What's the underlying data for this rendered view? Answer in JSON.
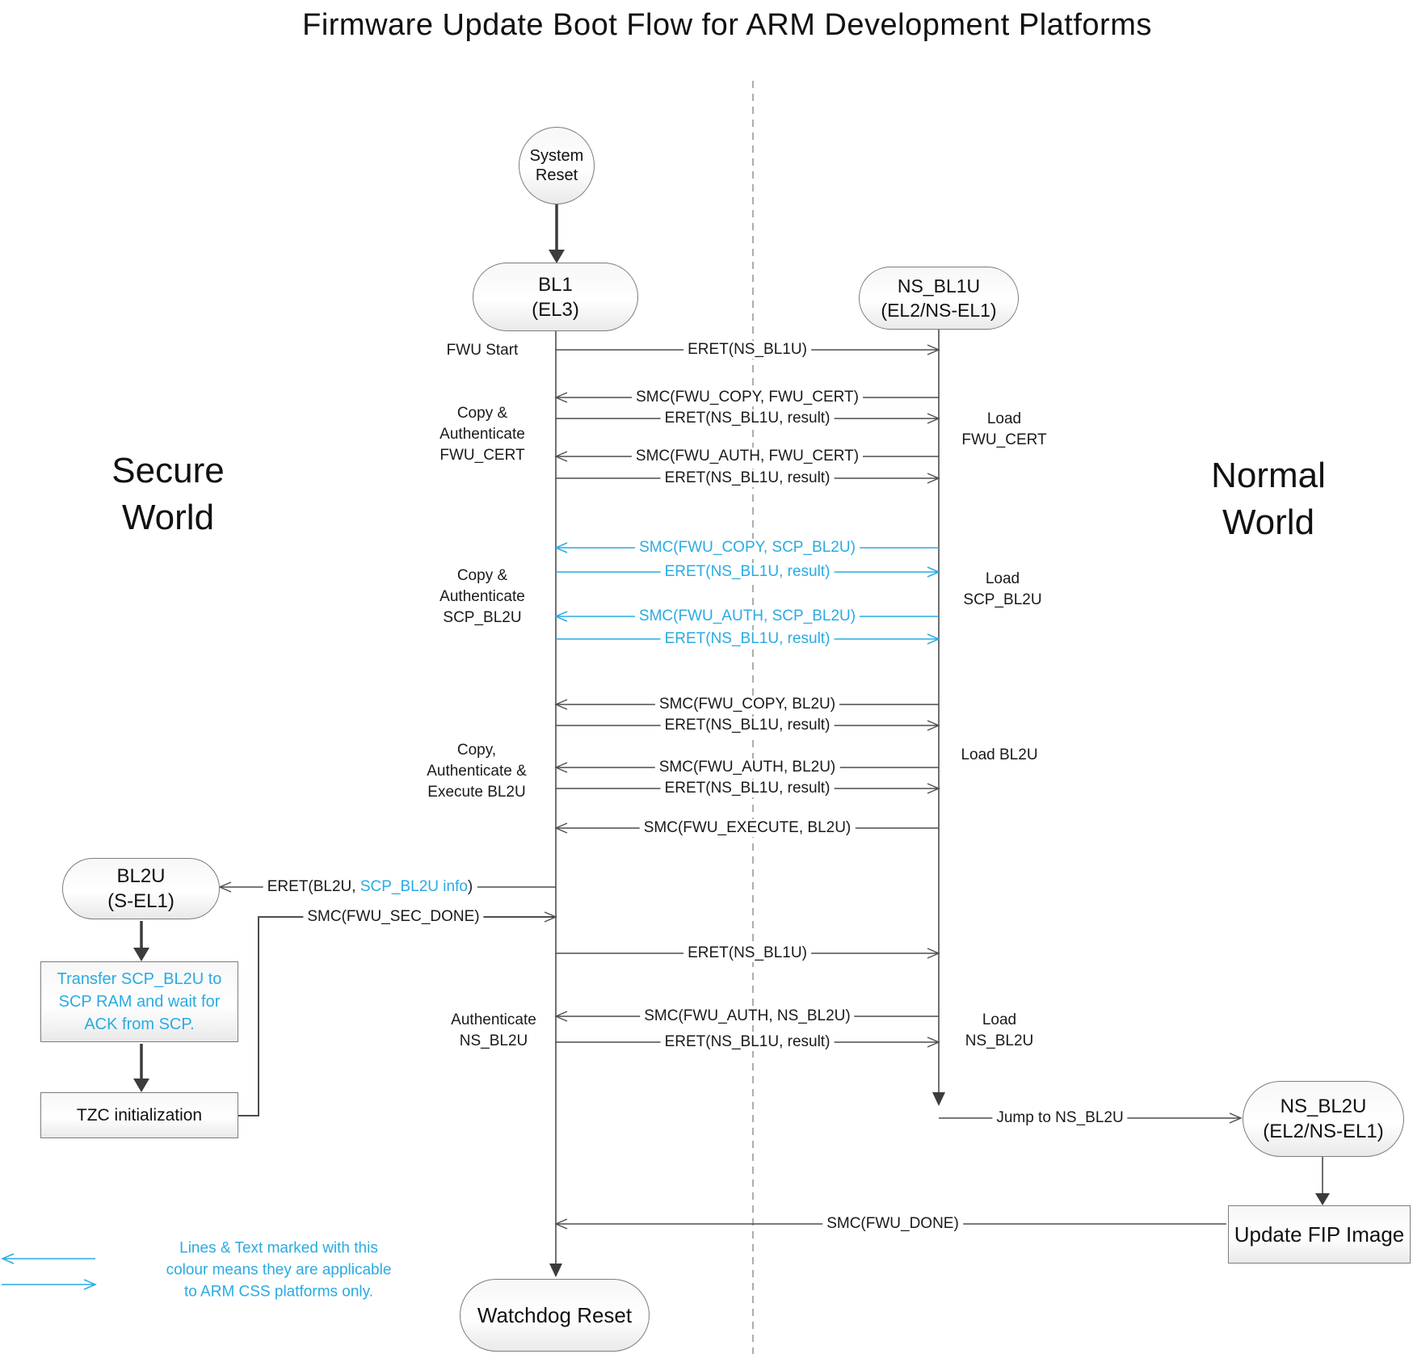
{
  "title": "Firmware Update Boot Flow for ARM Development Platforms",
  "worlds": {
    "secure": [
      "Secure",
      "World"
    ],
    "normal": [
      "Normal",
      "World"
    ]
  },
  "nodes": {
    "system_reset": {
      "line1": "System",
      "line2": "Reset"
    },
    "bl1": {
      "line1": "BL1",
      "line2": "(EL3)"
    },
    "ns_bl1u": {
      "line1": "NS_BL1U",
      "line2": "(EL2/NS-EL1)"
    },
    "bl2u": {
      "line1": "BL2U",
      "line2": "(S-EL1)"
    },
    "ns_bl2u": {
      "line1": "NS_BL2U",
      "line2": "(EL2/NS-EL1)"
    },
    "transfer_scp": {
      "line1": "Transfer SCP_BL2U to",
      "line2": "SCP RAM and wait for",
      "line3": "ACK from SCP."
    },
    "tzc": {
      "label": "TZC initialization"
    },
    "update_fip": {
      "label": "Update FIP Image"
    },
    "watchdog": {
      "label": "Watchdog Reset"
    }
  },
  "messages": {
    "eret_ns_bl1u_start": "ERET(NS_BL1U)",
    "smc_fwu_copy_fwu_cert": "SMC(FWU_COPY, FWU_CERT)",
    "eret_result_1": "ERET(NS_BL1U, result)",
    "smc_fwu_auth_fwu_cert": "SMC(FWU_AUTH, FWU_CERT)",
    "eret_result_2": "ERET(NS_BL1U, result)",
    "smc_fwu_copy_scp_bl2u": "SMC(FWU_COPY, SCP_BL2U)",
    "eret_result_3": "ERET(NS_BL1U, result)",
    "smc_fwu_auth_scp_bl2u": "SMC(FWU_AUTH, SCP_BL2U)",
    "eret_result_4": "ERET(NS_BL1U, result)",
    "smc_fwu_copy_bl2u": "SMC(FWU_COPY, BL2U)",
    "eret_result_5": "ERET(NS_BL1U, result)",
    "smc_fwu_auth_bl2u": "SMC(FWU_AUTH, BL2U)",
    "eret_result_6": "ERET(NS_BL1U, result)",
    "smc_fwu_execute_bl2u": "SMC(FWU_EXECUTE, BL2U)",
    "eret_bl2u_prefix": "ERET(BL2U, ",
    "eret_bl2u_cyan": "SCP_BL2U info",
    "eret_bl2u_suffix": ")",
    "smc_fwu_sec_done": "SMC(FWU_SEC_DONE)",
    "eret_ns_bl1u_2": "ERET(NS_BL1U)",
    "smc_fwu_auth_ns_bl2u": "SMC(FWU_AUTH, NS_BL2U)",
    "eret_result_7": "ERET(NS_BL1U, result)",
    "jump_to_ns_bl2u": "Jump to NS_BL2U",
    "smc_fwu_done": "SMC(FWU_DONE)"
  },
  "annotations": {
    "fwu_start": "FWU Start",
    "copy_auth_fwu_cert": [
      "Copy &",
      "Authenticate",
      "FWU_CERT"
    ],
    "copy_auth_scp_bl2u": [
      "Copy &",
      "Authenticate",
      "SCP_BL2U"
    ],
    "copy_auth_exec_bl2u": [
      "Copy,",
      "Authenticate &",
      "Execute BL2U"
    ],
    "auth_ns_bl2u": [
      "Authenticate",
      "NS_BL2U"
    ],
    "load_fwu_cert": [
      "Load",
      "FWU_CERT"
    ],
    "load_scp_bl2u": [
      "Load",
      "SCP_BL2U"
    ],
    "load_bl2u": "Load BL2U",
    "load_ns_bl2u": [
      "Load",
      "NS_BL2U"
    ]
  },
  "legend": {
    "line1": "Lines & Text marked with this",
    "line2": "colour means they are applicable",
    "line3": "to ARM CSS platforms only."
  },
  "colors": {
    "accent_cyan": "#29abe2",
    "line_gray": "#4d4d4d"
  }
}
